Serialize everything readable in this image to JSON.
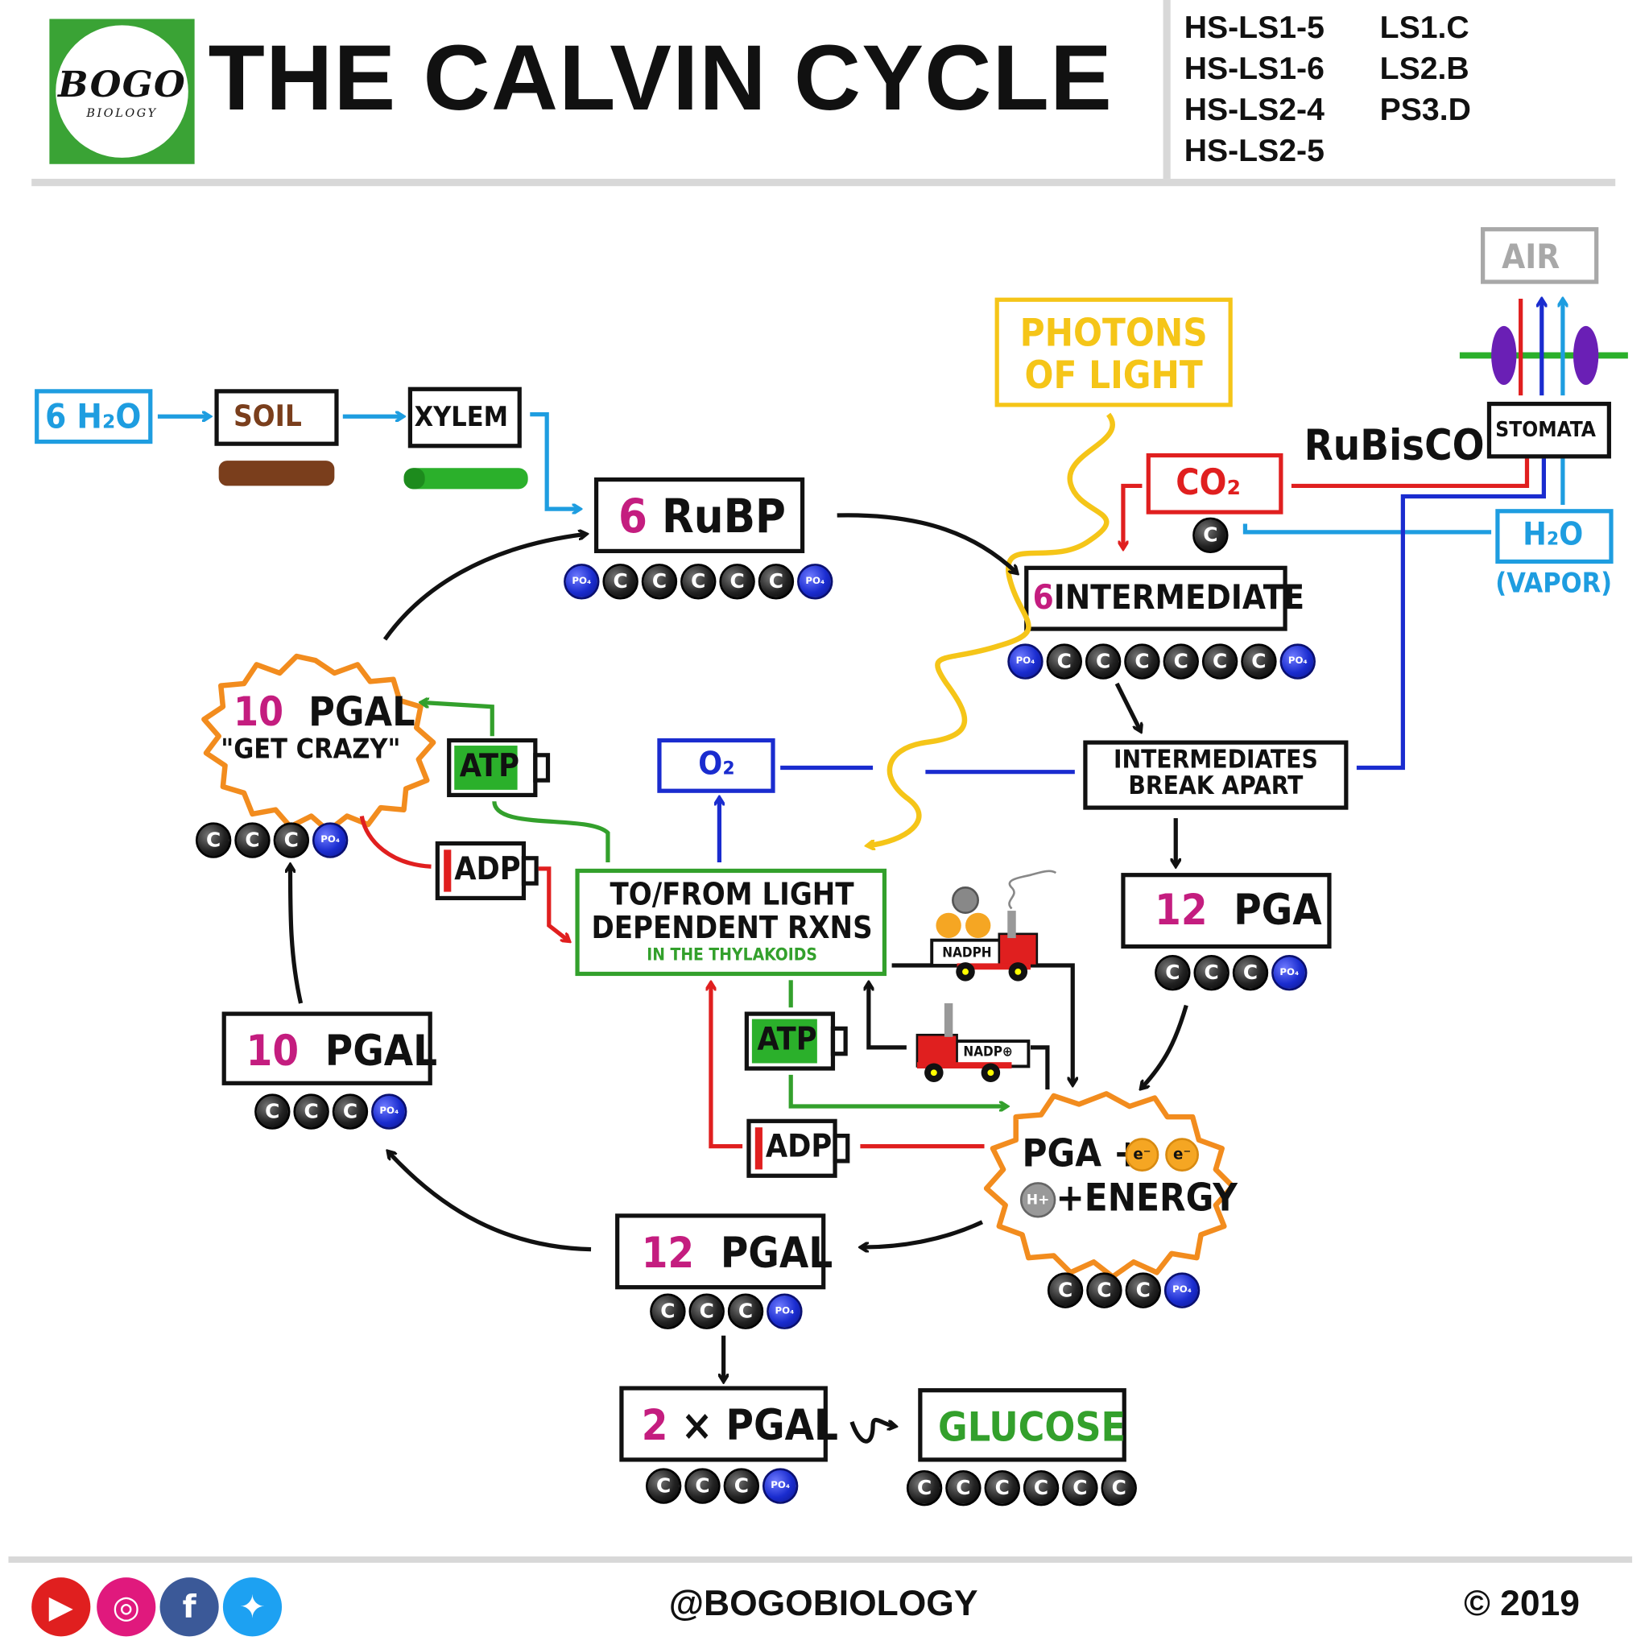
{
  "header": {
    "logo_text": "BOGO",
    "logo_sub": "BIOLOGY",
    "title": "THE CALVIN CYCLE",
    "standards_col1": [
      "HS-LS1-5",
      "HS-LS1-6",
      "HS-LS2-4",
      "HS-LS2-5"
    ],
    "standards_col2": [
      "LS1.C",
      "LS2.B",
      "PS3.D"
    ]
  },
  "labels": {
    "h2o_in_num": "6",
    "h2o_in": "H₂O",
    "soil": "SOIL",
    "xylem": "XYLEM",
    "photons": "PHOTONS\nOF LIGHT",
    "air": "AIR",
    "rubisco": "RuBisCO",
    "stomata": "STOMATA",
    "co2": "CO₂",
    "h2o_vapor": "H₂O",
    "vapor": "(VAPOR)",
    "rubp_num": "6",
    "rubp": "RuBP",
    "intermediate_num": "6",
    "intermediate": "INTERMEDIATE",
    "break_apart": "INTERMEDIATES\nBREAK APART",
    "o2": "O₂",
    "pga12_num": "12",
    "pga12": "PGA",
    "light_rxns_1": "TO/FROM LIGHT",
    "light_rxns_2": "DEPENDENT RXNS",
    "light_rxns_3": "IN THE THYLAKOIDS",
    "pgal10_crazy_num": "10",
    "pgal10_crazy": "PGAL",
    "get_crazy": "\"GET CRAZY\"",
    "atp": "ATP",
    "adp": "ADP",
    "pgal10_num": "10",
    "pgal10": "PGAL",
    "nadph": "NADPH",
    "nadp": "NADP⊕",
    "energy_1": "PGA +",
    "energy_2": "+ENERGY",
    "pgal12_num": "12",
    "pgal12": "PGAL",
    "pgal2_num": "2",
    "pgal2": "× PGAL",
    "glucose": "GLUCOSE",
    "c": "C",
    "po4": "PO₄",
    "e": "e⁻",
    "h": "H+"
  },
  "footer": {
    "handle": "@BOGOBIOLOGY",
    "copyright": "© 2019"
  },
  "colors": {
    "water": "#1e9de0",
    "co2": "#e01f1f",
    "stomata_blue": "#1a2ccf",
    "photons": "#f5c518",
    "light_rxns": "#33a02c",
    "burst": "#f28c1e",
    "magenta": "#c41d7f",
    "o2": "#1a2ccf"
  }
}
